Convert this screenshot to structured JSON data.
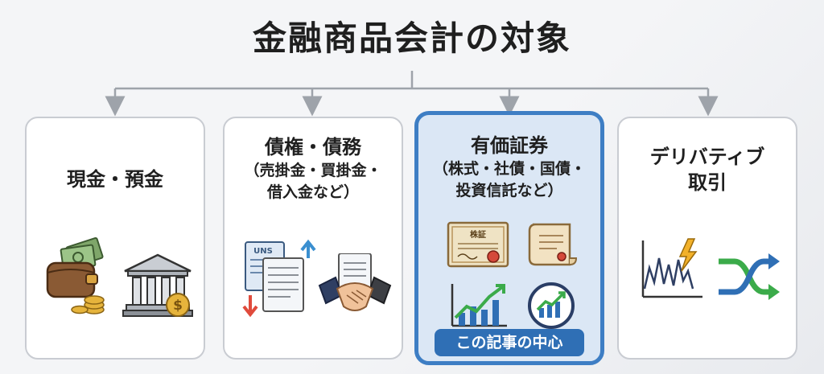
{
  "title": "金融商品会計の対象",
  "cards": [
    {
      "heading": "現金・預金",
      "sub": []
    },
    {
      "heading": "債権・債務",
      "sub": [
        "（売掛金・買掛金・",
        "借入金など）"
      ]
    },
    {
      "heading": "有価証券",
      "sub": [
        "（株式・社債・国債・",
        "投資信託など）"
      ],
      "badge": "この記事の中心"
    },
    {
      "heading": [
        "デリバティブ",
        "取引"
      ],
      "sub": []
    }
  ],
  "icon_text": {
    "doc_label": "UNS",
    "certificate_label": "株証"
  },
  "colors": {
    "highlight_border": "#3e7ec4",
    "highlight_fill": "#dbe7f5",
    "badge": "#2f6fb5",
    "connector": "#9ea3aa"
  },
  "icons": [
    "wallet-cash-icon",
    "bank-building-icon",
    "documents-arrows-icon",
    "handshake-icon",
    "stock-certificate-icon",
    "scroll-bond-icon",
    "rising-chart-icon",
    "chart-badge-icon",
    "volatile-chart-lightning-icon",
    "shuffle-arrows-icon"
  ]
}
